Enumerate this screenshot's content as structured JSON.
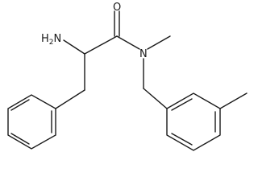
{
  "atoms": {
    "amine": {
      "text": "H",
      "sub": "2",
      "text2": "N"
    },
    "carbonyl_oxygen": {
      "text": "O"
    },
    "amide_nitrogen": {
      "text": "N"
    }
  },
  "colors": {
    "ink": "#1a1a1a",
    "background": "#ffffff"
  }
}
